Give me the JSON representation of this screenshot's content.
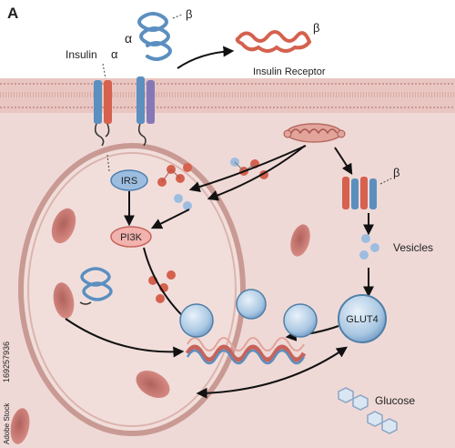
{
  "panel_letter": "A",
  "labels": {
    "insulin": "Insulin",
    "alpha_top": "α",
    "alpha_left": "α",
    "beta_top": "β",
    "beta_right": "β",
    "insulin_receptor": "Insulin Receptor",
    "irs": "IRS",
    "pi3k": "PI3K",
    "beta_mid": "β",
    "vesicles": "Vesicles",
    "glut4": "GLUT4",
    "glucose": "Glucose"
  },
  "watermark": {
    "id": "169257936",
    "brand": "Adobe Stock"
  },
  "colors": {
    "cytoplasm": "#efd9d6",
    "membrane": "#e7c1bc",
    "receptor_blue": "#5b8fc0",
    "receptor_red": "#d5614e",
    "receptor_purple": "#8678b8",
    "rbc": "#c97a72",
    "vesicle": "#a9c7e2",
    "irs_fill": "#9dbde0",
    "pi3k_fill": "#f2b2ae"
  }
}
